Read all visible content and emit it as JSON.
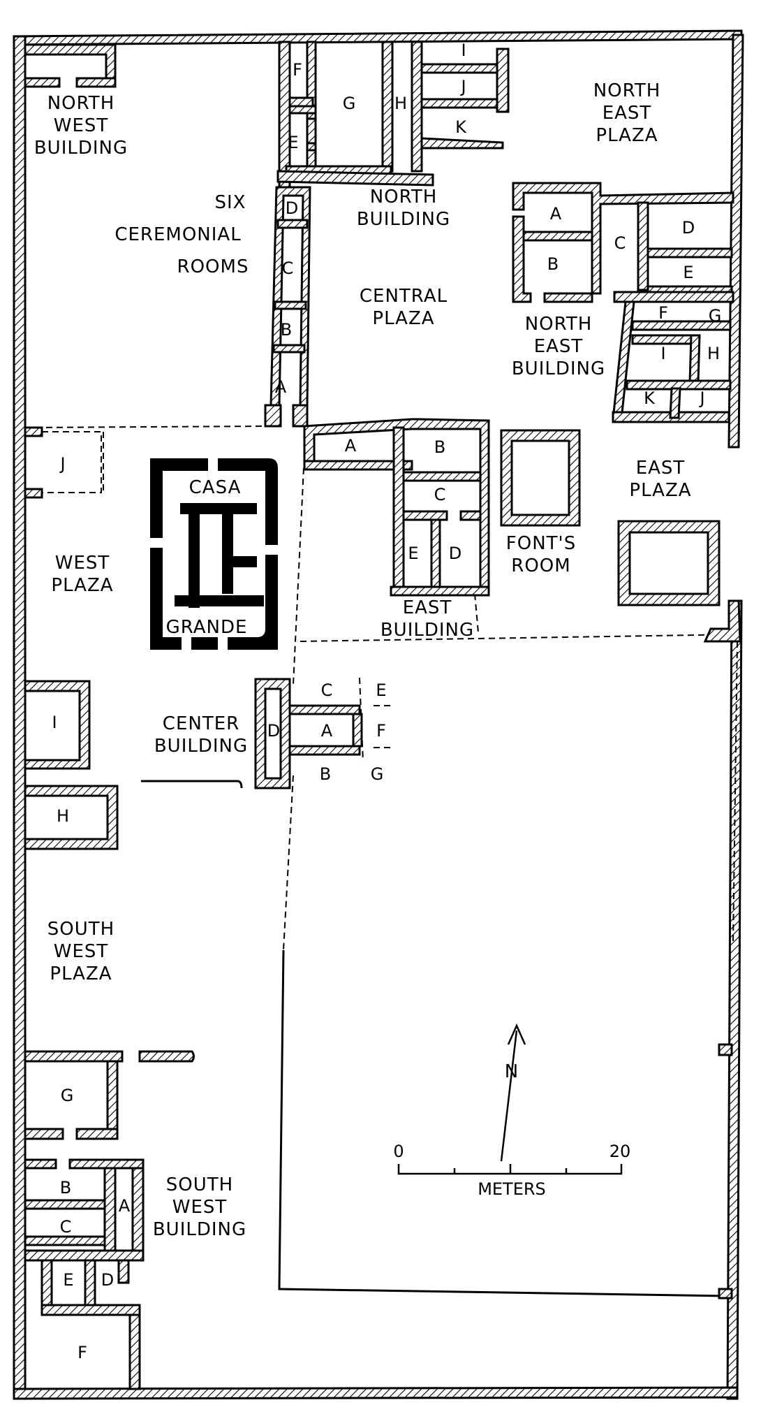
{
  "areas": {
    "north_west_building": [
      "NORTH",
      "WEST",
      "BUILDING"
    ],
    "six_ceremonial_rooms": [
      "SIX",
      "CEREMONIAL",
      "ROOMS"
    ],
    "north_building": [
      "NORTH",
      "BUILDING"
    ],
    "north_east_plaza": [
      "NORTH",
      "EAST",
      "PLAZA"
    ],
    "central_plaza": [
      "CENTRAL",
      "PLAZA"
    ],
    "north_east_building": [
      "NORTH",
      "EAST",
      "BUILDING"
    ],
    "east_plaza": [
      "EAST",
      "PLAZA"
    ],
    "west_plaza": [
      "WEST",
      "PLAZA"
    ],
    "casa_grande": [
      "CASA",
      "GRANDE"
    ],
    "fonts_room": [
      "FONT'S",
      "ROOM"
    ],
    "east_building": [
      "EAST",
      "BUILDING"
    ],
    "center_building": [
      "CENTER",
      "BUILDING"
    ],
    "south_west_plaza": [
      "SOUTH",
      "WEST",
      "PLAZA"
    ],
    "south_west_building": [
      "SOUTH",
      "WEST",
      "BUILDING"
    ]
  },
  "rooms": {
    "north_building": [
      "F",
      "G",
      "H",
      "I",
      "J",
      "K",
      "E"
    ],
    "ceremonial": [
      "D",
      "C",
      "B",
      "A"
    ],
    "north_east_building": [
      "A",
      "B",
      "C",
      "D",
      "E",
      "F",
      "G",
      "I",
      "H",
      "K",
      "J"
    ],
    "east_building": [
      "A",
      "B",
      "C",
      "E",
      "D"
    ],
    "west_plaza": [
      "J"
    ],
    "center_building": [
      "C",
      "E",
      "D",
      "A",
      "F",
      "B",
      "G"
    ],
    "west_rooms": [
      "I",
      "H",
      "G"
    ],
    "south_west_building": [
      "B",
      "A",
      "C",
      "E",
      "D",
      "F"
    ]
  },
  "compass": {
    "label": "N"
  },
  "scale": {
    "start": "0",
    "end": "20",
    "unit": "METERS"
  }
}
